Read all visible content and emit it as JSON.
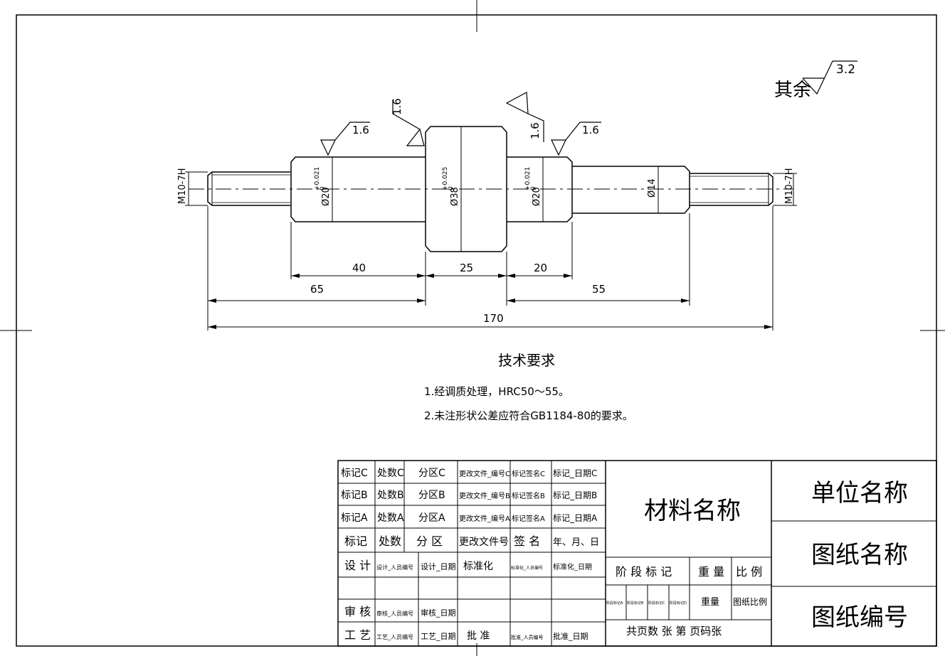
{
  "surface_finish": {
    "other_label": "其余",
    "other_value": "3.2",
    "local_values": [
      "1.6",
      "1.6",
      "1.6",
      "1.6"
    ]
  },
  "dimensions": {
    "thread_left": "M10-7H",
    "thread_right": "M10-7H",
    "dia_left": "Ø20",
    "dia_left_tol_upper": "+0.021",
    "dia_left_tol_lower": "0",
    "dia_center": "Ø38",
    "dia_center_tol_upper": "+0.025",
    "dia_center_tol_lower": "0",
    "dia_right": "Ø20",
    "dia_right_tol_upper": "+0.021",
    "dia_right_tol_lower": "0",
    "dia_step": "Ø14",
    "len_40": "40",
    "len_25": "25",
    "len_20": "20",
    "len_65": "65",
    "len_55": "55",
    "len_170": "170"
  },
  "tech_requirements": {
    "title": "技术要求",
    "items": [
      "1.经调质处理，HRC50～55。",
      "2.未注形状公差应符合GB1184-80的要求。"
    ]
  },
  "title_block": {
    "rev_rows": [
      [
        "标记C",
        "处数C",
        "分区C",
        "更改文件_编号C",
        "标记签名C",
        "标记_日期C"
      ],
      [
        "标记B",
        "处数B",
        "分区B",
        "更改文件_编号B",
        "标记签名B",
        "标记_日期B"
      ],
      [
        "标记A",
        "处数A",
        "分区A",
        "更改文件_编号A",
        "标记签名A",
        "标记_日期A"
      ],
      [
        "标记",
        "处数",
        "分 区",
        "更改文件号",
        "签 名",
        "年、月、日"
      ]
    ],
    "sign_rows": [
      [
        "设 计",
        "设计_人员编号",
        "设计_日期",
        "标准化",
        "标准化_人员编号",
        "标准化_日期"
      ],
      [
        "审 核",
        "审核_人员编号",
        "审核_日期",
        "",
        "",
        ""
      ],
      [
        "工 艺",
        "工艺_人员编号",
        "工艺_日期",
        "批 准",
        "批准_人员编号",
        "批准_日期"
      ]
    ],
    "material": "材料名称",
    "stage_header": "阶 段 标 记",
    "weight_header": "重 量",
    "scale_header": "比 例",
    "stage_marks": [
      "阶段标记A",
      "阶段标记B",
      "阶段标记C",
      "阶段标记D"
    ],
    "weight_value": "重量",
    "scale_value": "图纸比例",
    "sheets": "共页数 张  第 页码张",
    "company": "单位名称",
    "drawing_name": "图纸名称",
    "drawing_number": "图纸编号"
  }
}
